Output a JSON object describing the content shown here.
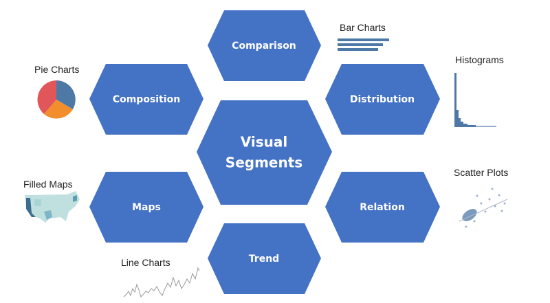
{
  "center": {
    "line1": "Visual",
    "line2": "Segments"
  },
  "segments": {
    "comparison": "Comparison",
    "composition": "Composition",
    "distribution": "Distribution",
    "maps": "Maps",
    "relation": "Relation",
    "trend": "Trend"
  },
  "examples": {
    "bar": "Bar Charts",
    "pie": "Pie Charts",
    "histogram": "Histograms",
    "map": "Filled Maps",
    "scatter": "Scatter Plots",
    "line": "Line Charts"
  },
  "colors": {
    "hex": "#4472c4",
    "pie_blue": "#4e79a7",
    "pie_red": "#e15759",
    "pie_orange": "#f28e2b"
  }
}
